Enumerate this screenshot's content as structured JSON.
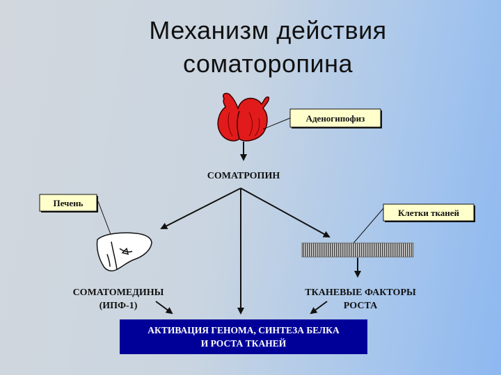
{
  "title": {
    "line1": "Механизм действия",
    "line2": "соматоропина"
  },
  "nodes": {
    "adenohypophysis": "Аденогипофиз",
    "somatotropin": "СОМАТРОПИН",
    "liver": "Печень",
    "tissue_cells": "Клетки тканей",
    "somatomedins_line1": "СОМАТОМЕДИНЫ",
    "somatomedins_line2": "(ИПФ-1)",
    "tissue_factors_line1": "ТКАНЕВЫЕ ФАКТОРЫ",
    "tissue_factors_line2": "РОСТА",
    "activation_line1": "АКТИВАЦИЯ ГЕНОМА, СИНТЕЗА БЕЛКА",
    "activation_line2": "И РОСТА ТКАНЕЙ"
  },
  "colors": {
    "label_box_fill": "#ffffcc",
    "bottom_box_fill": "#000099",
    "pituitary_red": "#e11b1b",
    "arrow": "#111111"
  }
}
